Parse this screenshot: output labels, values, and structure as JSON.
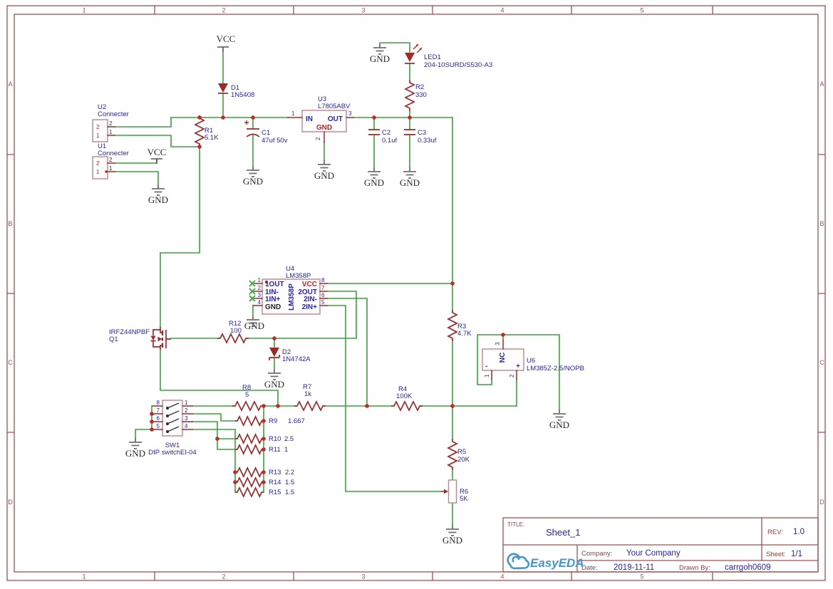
{
  "frame": {
    "cols": [
      "1",
      "2",
      "3",
      "4",
      "5"
    ],
    "rows": [
      "A",
      "B",
      "C",
      "D"
    ]
  },
  "title_block": {
    "title_label": "TITLE:",
    "title": "Sheet_1",
    "rev_label": "REV:",
    "rev": "1.0",
    "company_label": "Company:",
    "company": "Your Company",
    "sheet_label": "Sheet:",
    "sheet": "1/1",
    "date_label": "Date:",
    "date": "2019-11-11",
    "drawn_by_label": "Drawn By:",
    "drawn_by": "carrgoh0609",
    "logo_text": "EasyEDA"
  },
  "net": {
    "gnd": "GND",
    "vcc": "VCC"
  },
  "c": {
    "u2_ref": "U2",
    "u2_val": "Connecter",
    "u1_ref": "U1",
    "u1_val": "Connecter",
    "conn_p2": "2",
    "conn_p1": "1",
    "r1_ref": "R1",
    "r1_val": "5.1K",
    "d1_ref": "D1",
    "d1_val": "1N5408",
    "c1_ref": "C1",
    "c1_val": "47uf 50v",
    "u3_ref": "U3",
    "u3_val": "L7805ABV",
    "u3_in": "IN",
    "u3_out": "OUT",
    "u3_gnd": "GND",
    "u3_p1": "1",
    "u3_p2": "2",
    "u3_p3": "3",
    "c2_ref": "C2",
    "c2_val": "0.1uf",
    "c3_ref": "C3",
    "c3_val": "0.33uf",
    "r2_ref": "R2",
    "r2_val": "330",
    "led_ref": "LED1",
    "led_val": "204-10SURD/S530-A3",
    "u4_ref": "U4",
    "u4_val": "LM358P",
    "u4_rot": "LM358P",
    "u4_1out": "1OUT",
    "u4_1inm": "1IN-",
    "u4_1inp": "1IN+",
    "u4_gnd": "GND",
    "u4_vcc": "VCC",
    "u4_2out": "2OUT",
    "u4_2inm": "2IN-",
    "u4_2inp": "2IN+",
    "u4_pins": [
      "1",
      "2",
      "3",
      "4",
      "5",
      "6",
      "7",
      "8"
    ],
    "q1_val": "IRFZ44NPBF",
    "q1_ref": "Q1",
    "r12_ref": "R12",
    "r12_val": "100",
    "d2_ref": "D2",
    "d2_val": "1N4742A",
    "r3_ref": "R3",
    "r3_val": "4.7K",
    "u6_ref": "U6",
    "u6_val": "LM385Z-2.5/NOPB",
    "u6_nc": "NC",
    "u6_minus": "-",
    "u6_plus": "+",
    "u6_p1": "1",
    "u6_p2": "2",
    "u6_p3": "3",
    "sw_ref": "SW1",
    "sw_val": "DIP switchEI-04",
    "sw_p": [
      "1",
      "2",
      "3",
      "4",
      "5",
      "6",
      "7",
      "8"
    ],
    "r8_ref": "R8",
    "r8_val": "5",
    "r7_ref": "R7",
    "r7_val": "1k",
    "r4_ref": "R4",
    "r4_val": "100K",
    "r9_ref": "R9",
    "r9_val": "1.667",
    "r10_ref": "R10",
    "r10_val": "2.5",
    "r11_ref": "R11",
    "r11_val": "1",
    "r13_ref": "R13",
    "r13_val": "2.2",
    "r14_ref": "R14",
    "r14_val": "1.5",
    "r15_ref": "R15",
    "r15_val": "1.5",
    "r5_ref": "R5",
    "r5_val": "20K",
    "r6_ref": "R6",
    "r6_val": "5K"
  },
  "colors": {
    "frame": "#a05252",
    "wire": "#3aa33a",
    "symbol": "#a02828",
    "component_box": "#c08585",
    "label_blue": "#2323cc",
    "label_red": "#cc2222",
    "net_text": "#2a2a2a",
    "ground_symbol": "#6e6e6e",
    "junction_dot": "#cc2424",
    "logo_blue": "#3e97dd",
    "background": "#ffffff"
  }
}
